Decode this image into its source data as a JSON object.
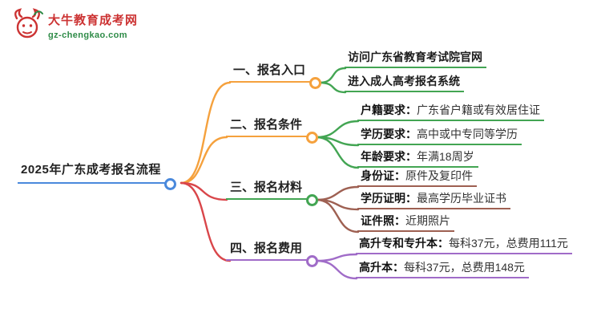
{
  "logo": {
    "title": "大牛教育成考网",
    "domain": "gz-chengkao.com"
  },
  "root": {
    "label": "2025年广东成考报名流程"
  },
  "branches": [
    {
      "label": "一、报名入口",
      "leaves": [
        {
          "prefix": "",
          "text": "访问广东省教育考试院官网"
        },
        {
          "prefix": "",
          "text": "进入成人高考报名系统"
        }
      ]
    },
    {
      "label": "二、报名条件",
      "leaves": [
        {
          "prefix": "户籍要求：",
          "text": "广东省户籍或有效居住证"
        },
        {
          "prefix": "学历要求：",
          "text": "高中或中专同等学历"
        },
        {
          "prefix": "年龄要求：",
          "text": "年满18周岁"
        }
      ]
    },
    {
      "label": "三、报名材料",
      "leaves": [
        {
          "prefix": "身份证：",
          "text": "原件及复印件"
        },
        {
          "prefix": "学历证明：",
          "text": "最高学历毕业证书"
        },
        {
          "prefix": "证件照：",
          "text": "近期照片"
        }
      ]
    },
    {
      "label": "四、报名费用",
      "leaves": [
        {
          "prefix": "高升专和专升本：",
          "text": "每科37元，总费用111元"
        },
        {
          "prefix": "高升本：",
          "text": "每科37元，总费用148元"
        }
      ]
    }
  ],
  "colors": {
    "blue": "#4a89dc",
    "orange": "#f5a13d",
    "green": "#43a553",
    "red": "#d9464a",
    "brown": "#9e6052",
    "purple": "#a06cc8",
    "logoRed": "#cc3333",
    "logoGreen": "#2e8b47"
  }
}
